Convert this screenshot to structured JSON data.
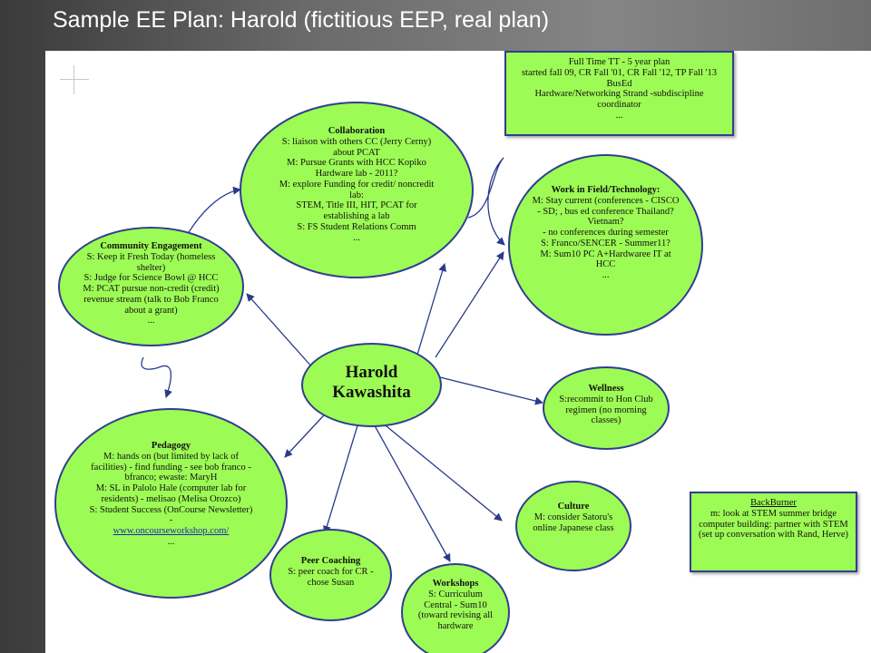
{
  "slide": {
    "title": "Sample EE Plan: Harold  (fictitious EEP, real plan)"
  },
  "nodes": {
    "center": {
      "line1": "Harold",
      "line2": "Kawashita"
    },
    "collaboration": {
      "heading": "Collaboration",
      "lines": [
        "S: liaison with others CC (Jerry Cerny) about PCAT",
        "M: Pursue Grants with HCC Kopiko Hardware lab - 2011?",
        "M: explore Funding for credit/ noncredit lab:",
        "STEM, Title III, HIT, PCAT for establishing a lab",
        "S: FS Student Relations Comm",
        "..."
      ]
    },
    "profile": {
      "lines": [
        "Full Time TT - 5 year plan",
        "started fall 09, CR Fall '01, CR Fall '12, TP Fall '13",
        "BusEd",
        "Hardware/Networking Strand -subdiscipline coordinator",
        "..."
      ]
    },
    "work": {
      "heading": "Work in Field/Technology:",
      "lines": [
        "M:  Stay current (conferences - CISCO - SD;  , bus ed conference Thailand? Vietnam?",
        "- no conferences during semester",
        "S:  Franco/SENCER - Summer11?",
        "M: Sum10 PC A+Hardwaree IT at HCC",
        "..."
      ]
    },
    "community": {
      "heading": "Community Engagement",
      "lines": [
        "S: Keep it Fresh Today (homeless shelter)",
        "S: Judge for Science Bowl @ HCC",
        "M:  PCAT pursue non-credit (credit) revenue stream (talk to Bob Franco about a grant)",
        "..."
      ]
    },
    "wellness": {
      "heading": "Wellness",
      "lines": [
        "S:recommit to Hon Club regimen (no morning classes)"
      ]
    },
    "pedagogy": {
      "heading": "Pedagogy",
      "lines": [
        "M: hands on (but limited by lack of facilities) - find funding - see bob franco - bfranco; ewaste:  MaryH",
        "M:  SL in Palolo Hale (computer lab for residents) - melisao (Melisa Orozco)",
        "S: Student Success (OnCourse Newsletter) -"
      ],
      "link": "www.oncourseworkshop.com/",
      "more": "..."
    },
    "culture": {
      "heading": "Culture",
      "lines": [
        "M:  consider Satoru's online Japanese class"
      ]
    },
    "backburner": {
      "heading": "BackBurner",
      "lines": [
        "m: look at STEM summer bridge computer building: partner with STEM (set up conversation with Rand,  Herve)"
      ]
    },
    "peer": {
      "heading": "Peer Coaching",
      "lines": [
        "S: peer coach for CR - chose Susan"
      ]
    },
    "workshops": {
      "heading": "Workshops",
      "lines": [
        "S: Curriculum Central - Sum10 (toward revising all hardware"
      ]
    }
  },
  "colors": {
    "node_fill": "#9dfb55",
    "node_border": "#2f3f8f",
    "arrow": "#2a3a8c",
    "link": "#1a2bb0"
  }
}
